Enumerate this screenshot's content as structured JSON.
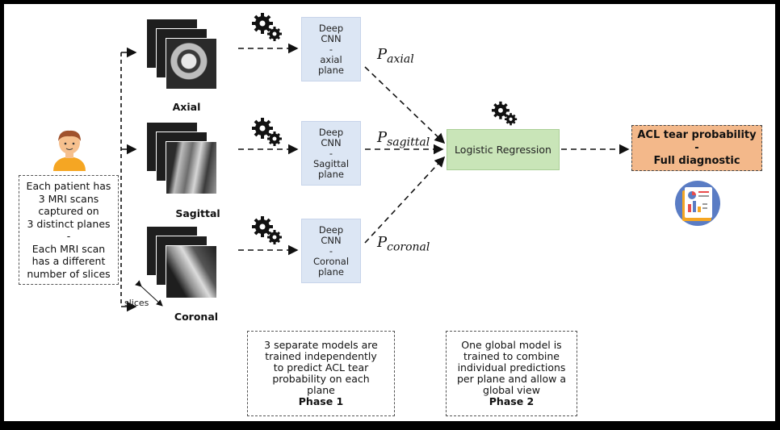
{
  "patient": {
    "description_lines": [
      "Each patient has",
      "3 MRI scans",
      "captured on",
      "3 distinct planes",
      "-",
      "Each MRI scan",
      "has a different",
      "number of slices"
    ]
  },
  "planes": [
    {
      "label": "Axial",
      "cnn_lines": [
        "Deep",
        "CNN",
        "-",
        "axial",
        "plane"
      ],
      "prob_symbol": "P",
      "prob_sub": "axial"
    },
    {
      "label": "Sagittal",
      "cnn_lines": [
        "Deep",
        "CNN",
        "-",
        "Sagittal",
        "plane"
      ],
      "prob_symbol": "P",
      "prob_sub": "sagittal"
    },
    {
      "label": "Coronal",
      "cnn_lines": [
        "Deep",
        "CNN",
        "-",
        "Coronal",
        "plane"
      ],
      "prob_symbol": "P",
      "prob_sub": "coronal"
    }
  ],
  "slices_label": "slices",
  "logistic": {
    "label": "Logistic Regression"
  },
  "output": {
    "line1": "ACL tear probability",
    "line2": "-",
    "line3": "Full diagnostic"
  },
  "phase1": {
    "lines": [
      "3 separate models are",
      "trained independently",
      "to predict ACL tear",
      "probability on each",
      "plane"
    ],
    "title": "Phase 1"
  },
  "phase2": {
    "lines": [
      "One global model is",
      "trained to combine",
      "individual predictions",
      "per plane and allow a",
      "global view"
    ],
    "title": "Phase 2"
  },
  "colors": {
    "cnn_fill": "#dce6f4",
    "logistic_fill": "#c9e5b8",
    "output_fill": "#f3b88a",
    "icon_face": "#f6c08e",
    "icon_hair": "#a0522d",
    "icon_shirt": "#f5a623"
  }
}
